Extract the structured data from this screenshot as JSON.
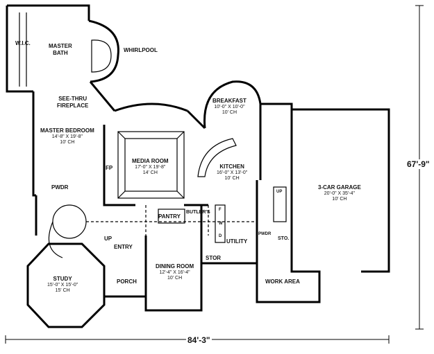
{
  "rooms": {
    "wic": {
      "name": "W.I.C."
    },
    "master_bath": {
      "name": "MASTER\nBATH"
    },
    "whirlpool": {
      "name": "WHIRLPOOL"
    },
    "see_thru": {
      "name": "SEE-THRU\nFIREPLACE"
    },
    "master_bedroom": {
      "name": "MASTER BEDROOM",
      "size": "14'-8\" X 19'-8\"",
      "ceiling": "10' CH"
    },
    "media_room": {
      "name": "MEDIA ROOM",
      "size": "17'-0\" X 19'-8\"",
      "ceiling": "14' CH"
    },
    "breakfast": {
      "name": "BREAKFAST",
      "size": "10'-0\" X 10'-0\"",
      "ceiling": "10' CH"
    },
    "kitchen": {
      "name": "KITCHEN",
      "size": "16'-0\" X 13'-0\"",
      "ceiling": "10' CH"
    },
    "garage": {
      "name": "3-CAR GARAGE",
      "size": "20'-0\" X 35'-4\"",
      "ceiling": "10' CH"
    },
    "pwdr_left": {
      "name": "PWDR"
    },
    "fp": {
      "name": "FP"
    },
    "pantry": {
      "name": "PANTRY"
    },
    "butlers": {
      "name": "BUTLER'S"
    },
    "entry": {
      "name": "ENTRY"
    },
    "up_stair": {
      "name": "UP"
    },
    "up_garage": {
      "name": "UP"
    },
    "utility": {
      "name": "UTILITY"
    },
    "stor": {
      "name": "STOR"
    },
    "pwdr_right": {
      "name": "PWDR"
    },
    "sto": {
      "name": "STO."
    },
    "study": {
      "name": "STUDY",
      "size": "15'-0\" X 15'-0\"",
      "ceiling": "15' CH"
    },
    "porch": {
      "name": "PORCH"
    },
    "dining_room": {
      "name": "DINING ROOM",
      "size": "12'-4\" X 16'-4\"",
      "ceiling": "10' CH"
    },
    "work_area": {
      "name": "WORK AREA"
    }
  },
  "fixtures": {
    "f": "F",
    "w": "W",
    "d": "D"
  },
  "dimensions": {
    "width": "84'-3\"",
    "depth": "67'-9\""
  }
}
